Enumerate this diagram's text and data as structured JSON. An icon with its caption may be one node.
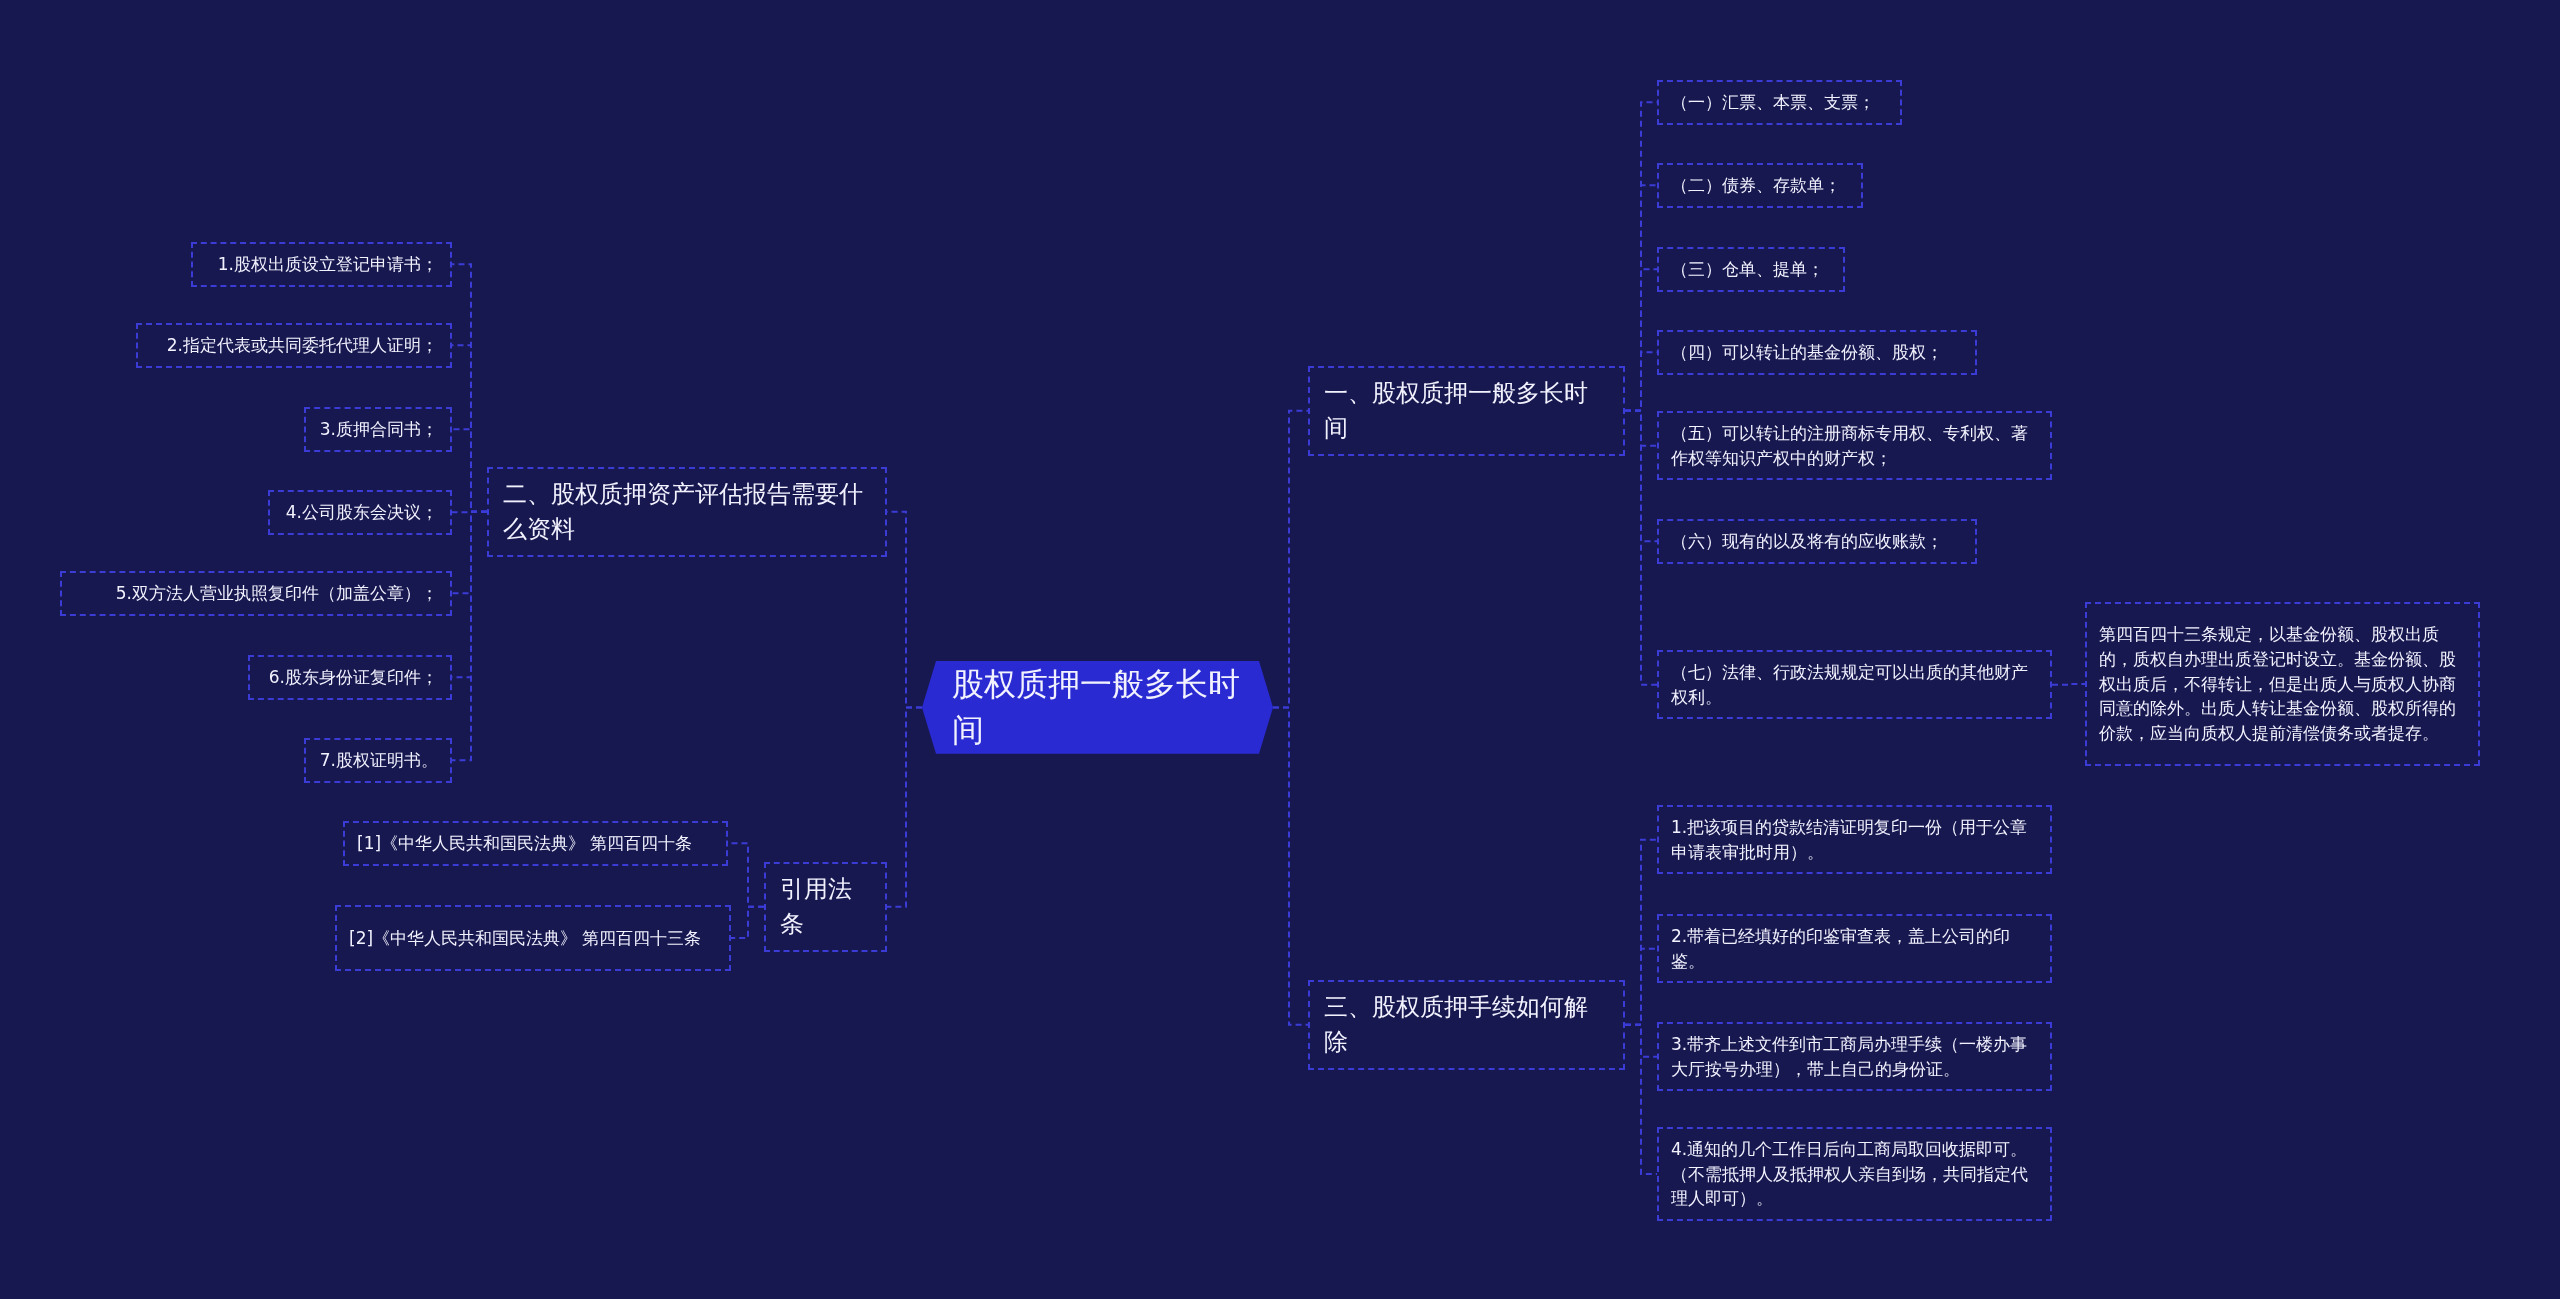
{
  "diagram": {
    "nodes": [
      {
        "text": [
          "股权质押一般多长时间"
        ]
      },
      {
        "text": [
          "一、股权质押一般多长时间"
        ]
      },
      {
        "text": [
          "（一）汇票、本票、支票；"
        ]
      },
      {
        "text": [
          "（二）债券、存款单；"
        ]
      },
      {
        "text": [
          "（三）仓单、提单；"
        ]
      },
      {
        "text": [
          "（四）可以转让的基金份额、股权；"
        ]
      },
      {
        "text": [
          "（五）可以转让的注册商标专用权、专利权、著作权等知识产权中的财产权；"
        ]
      },
      {
        "text": [
          "（六）现有的以及将有的应收账款；"
        ]
      },
      {
        "text": [
          "（七）法律、行政法规规定可以出质的其他财产权利。"
        ]
      },
      {
        "text": [
          "第四百四十三条规定，以基金份额、股权出质的，质权自办理出质登记时设立。基金份额、股权出质后，不得转让，但是出质人与质权人协商同意的除外。出质人转让基金份额、股权所得的价款，应当向质权人提前清偿债务或者提存。"
        ]
      },
      {
        "text": [
          "三、股权质押手续如何解除"
        ]
      },
      {
        "text": [
          "1.把该项目的贷款结清证明复印一份（用于公章申请表审批时用）。"
        ]
      },
      {
        "text": [
          "2.带着已经填好的印鉴审查表，盖上公司的印鉴。"
        ]
      },
      {
        "text": [
          "3.带齐上述文件到市工商局办理手续（一楼办事大厅按号办理），带上自己的身份证。"
        ]
      },
      {
        "text": [
          "4.通知的几个工作日后向工商局取回收据即可。（不需抵押人及抵押权人亲自到场，共同指定代理人即可）。"
        ]
      },
      {
        "text": [
          "二、股权质押资产评估报告需要什么资料"
        ]
      },
      {
        "text": [
          "1.股权出质设立登记申请书；"
        ]
      },
      {
        "text": [
          "2.指定代表或共同委托代理人证明；"
        ]
      },
      {
        "text": [
          "3.质押合同书；"
        ]
      },
      {
        "text": [
          "4.公司股东会决议；"
        ]
      },
      {
        "text": [
          "5.双方法人营业执照复印件（加盖公章）；"
        ]
      },
      {
        "text": [
          "6.股东身份证复印件；"
        ]
      },
      {
        "text": [
          "7.股权证明书。"
        ]
      },
      {
        "text": [
          "引用法条"
        ]
      },
      {
        "text": [
          "[1]《中华人民共和国民法典》 第四百四十条"
        ]
      },
      {
        "text": [
          "[2]《中华人民共和国民法典》 第四百四十三条"
        ]
      }
    ],
    "edges": [
      {
        "from": 0,
        "to": 1,
        "arrow": "none"
      },
      {
        "from": 1,
        "to": 2,
        "arrow": "none"
      },
      {
        "from": 1,
        "to": 3,
        "arrow": "none"
      },
      {
        "from": 1,
        "to": 4,
        "arrow": "none"
      },
      {
        "from": 1,
        "to": 5,
        "arrow": "none"
      },
      {
        "from": 1,
        "to": 6,
        "arrow": "none"
      },
      {
        "from": 1,
        "to": 7,
        "arrow": "none"
      },
      {
        "from": 1,
        "to": 8,
        "arrow": "none"
      },
      {
        "from": 8,
        "to": 9,
        "arrow": "none"
      },
      {
        "from": 0,
        "to": 10,
        "arrow": "none"
      },
      {
        "from": 10,
        "to": 11,
        "arrow": "none"
      },
      {
        "from": 10,
        "to": 12,
        "arrow": "none"
      },
      {
        "from": 10,
        "to": 13,
        "arrow": "none"
      },
      {
        "from": 10,
        "to": 14,
        "arrow": "none"
      },
      {
        "from": 0,
        "to": 15,
        "arrow": "none"
      },
      {
        "from": 15,
        "to": 16,
        "arrow": "none"
      },
      {
        "from": 15,
        "to": 17,
        "arrow": "none"
      },
      {
        "from": 15,
        "to": 18,
        "arrow": "none"
      },
      {
        "from": 15,
        "to": 19,
        "arrow": "none"
      },
      {
        "from": 15,
        "to": 20,
        "arrow": "none"
      },
      {
        "from": 15,
        "to": 21,
        "arrow": "none"
      },
      {
        "from": 15,
        "to": 22,
        "arrow": "none"
      },
      {
        "from": 0,
        "to": 23,
        "arrow": "none"
      },
      {
        "from": 23,
        "to": 24,
        "arrow": "none"
      },
      {
        "from": 23,
        "to": 25,
        "arrow": "none"
      }
    ]
  }
}
